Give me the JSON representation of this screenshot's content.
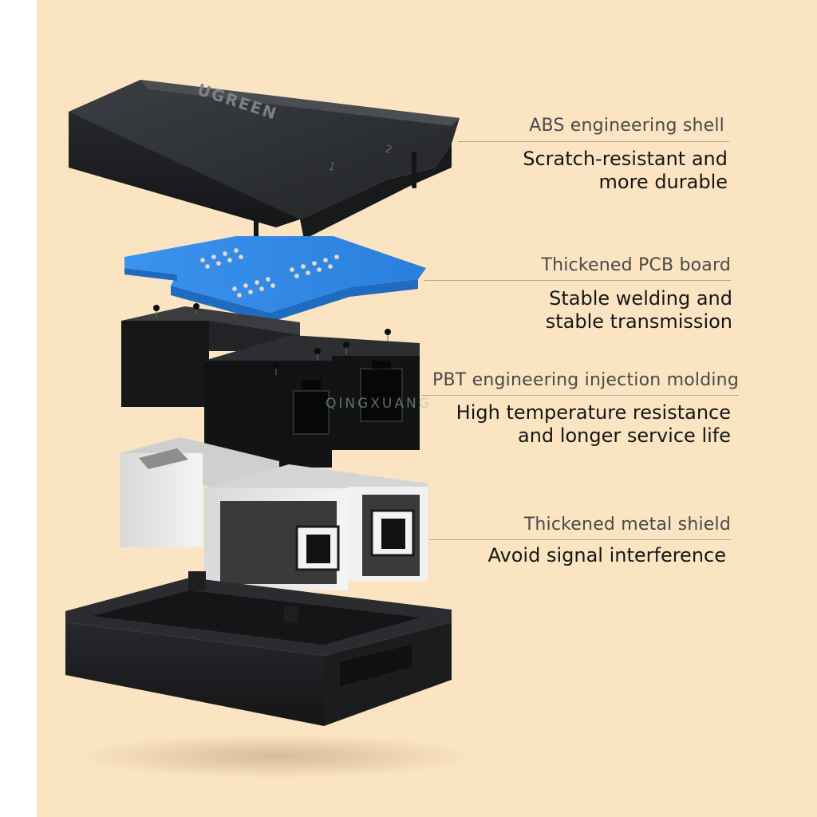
{
  "brand": {
    "logo_text": "UGREEN",
    "port_numbers": [
      "1",
      "2"
    ]
  },
  "features": [
    {
      "title": "ABS engineering shell",
      "desc": [
        "Scratch-resistant and",
        "more durable"
      ]
    },
    {
      "title": "Thickened PCB board",
      "desc": [
        "Stable welding and",
        "stable transmission"
      ]
    },
    {
      "title": "PBT engineering injection molding",
      "desc": [
        "High temperature resistance",
        "and longer service life"
      ]
    },
    {
      "title": "Thickened metal shield",
      "desc": [
        "Avoid signal interference"
      ]
    }
  ],
  "watermark": "QINGXUANG",
  "colors": {
    "background": "#fbe4c1",
    "shell": "#2b2d30",
    "pcb": "#2f86e6",
    "shield": "#e6e6e6"
  }
}
